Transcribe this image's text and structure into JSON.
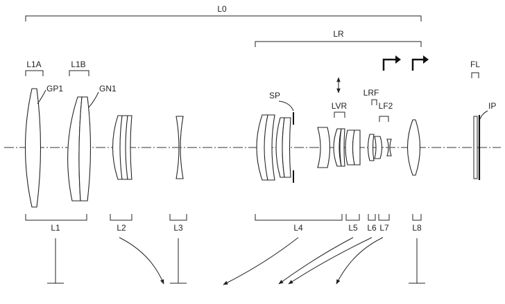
{
  "labels": {
    "L0": "L0",
    "LR": "LR",
    "L1A": "L1A",
    "L1B": "L1B",
    "GP1": "GP1",
    "GN1": "GN1",
    "SP": "SP",
    "LVR": "LVR",
    "LRF": "LRF",
    "LF2": "LF2",
    "FL": "FL",
    "IP": "IP",
    "L1": "L1",
    "L2": "L2",
    "L3": "L3",
    "L4": "L4",
    "L5": "L5",
    "L6": "L6",
    "L7": "L7",
    "L8": "L8"
  }
}
